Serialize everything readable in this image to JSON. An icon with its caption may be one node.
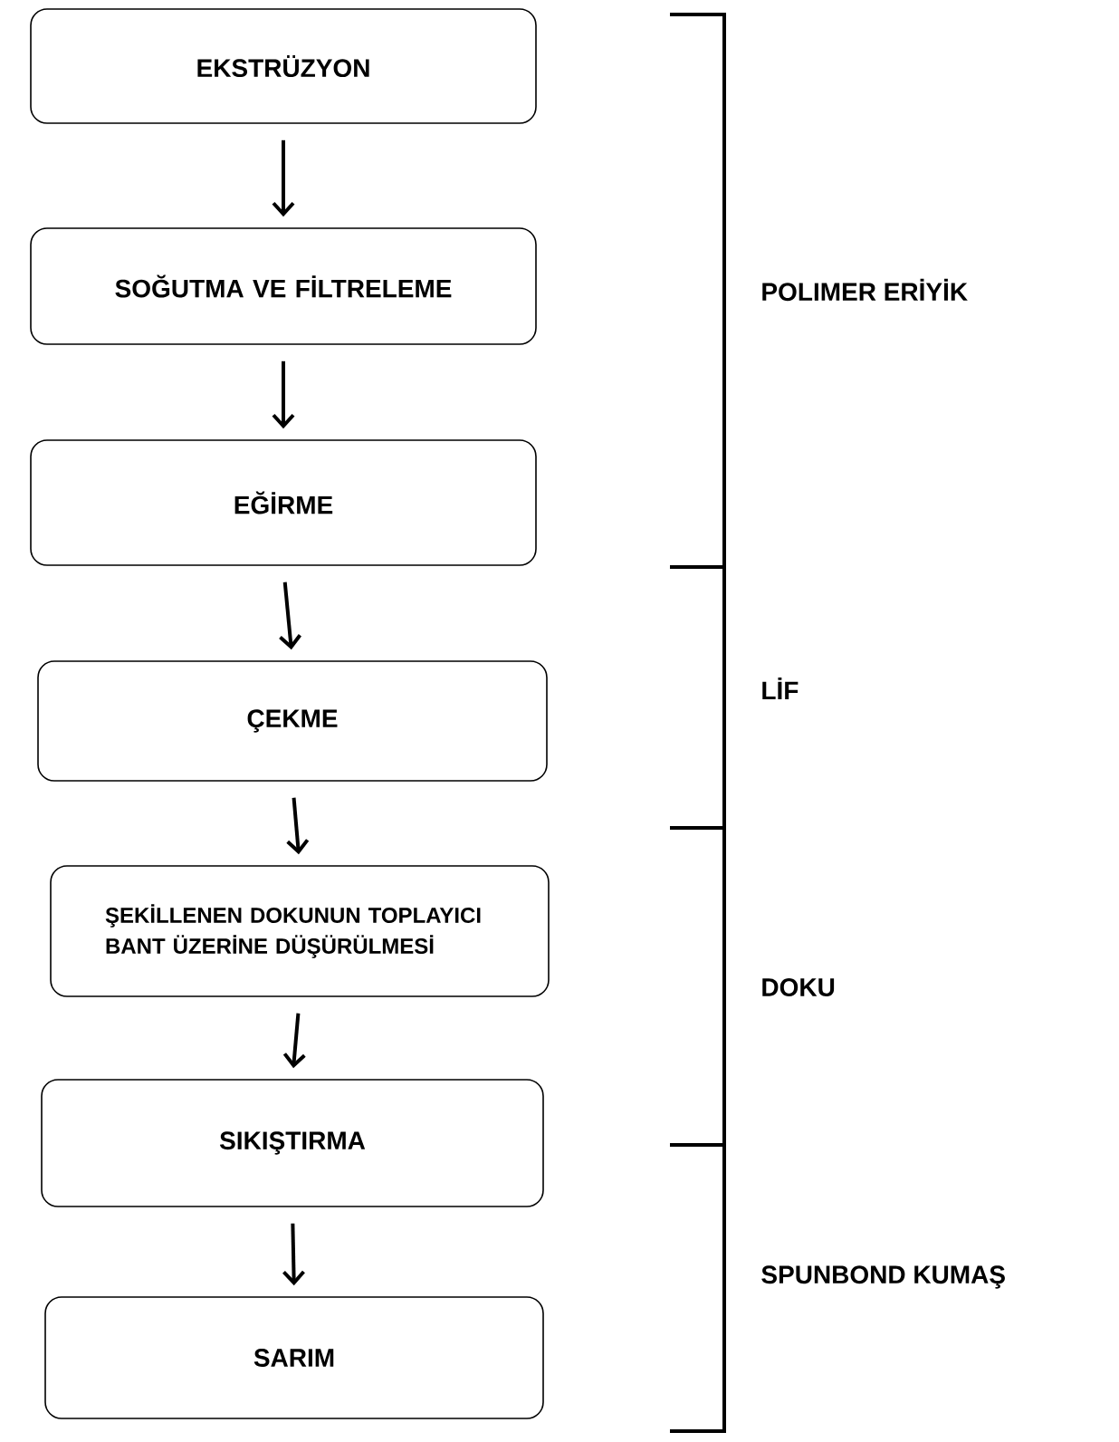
{
  "diagram": {
    "nodes": [
      {
        "text": [
          "EKSTRÜZYON"
        ]
      },
      {
        "text": [
          "SOĞUTMA VE FİLTRELEME"
        ]
      },
      {
        "text": [
          "EĞİRME"
        ]
      },
      {
        "text": [
          "ÇEKME"
        ]
      },
      {
        "text": [
          "ŞEKİLLENEN DOKUNUN TOPLAYICI BANT ÜZERİNE DÜŞÜRÜLMESİ"
        ]
      },
      {
        "text": [
          "SIKIŞTIRMA"
        ]
      },
      {
        "text": [
          "SARIM"
        ]
      }
    ],
    "edges": [
      {
        "from": 0,
        "to": 1,
        "arrow": "to"
      },
      {
        "from": 1,
        "to": 2,
        "arrow": "to"
      },
      {
        "from": 2,
        "to": 3,
        "arrow": "to"
      },
      {
        "from": 3,
        "to": 4,
        "arrow": "to"
      },
      {
        "from": 4,
        "to": 5,
        "arrow": "to"
      },
      {
        "from": 5,
        "to": 6,
        "arrow": "to"
      }
    ],
    "labels": [
      "POLIMER ERİYİK",
      "LİF",
      "DOKU",
      "SPUNBOND KUMAŞ"
    ]
  }
}
